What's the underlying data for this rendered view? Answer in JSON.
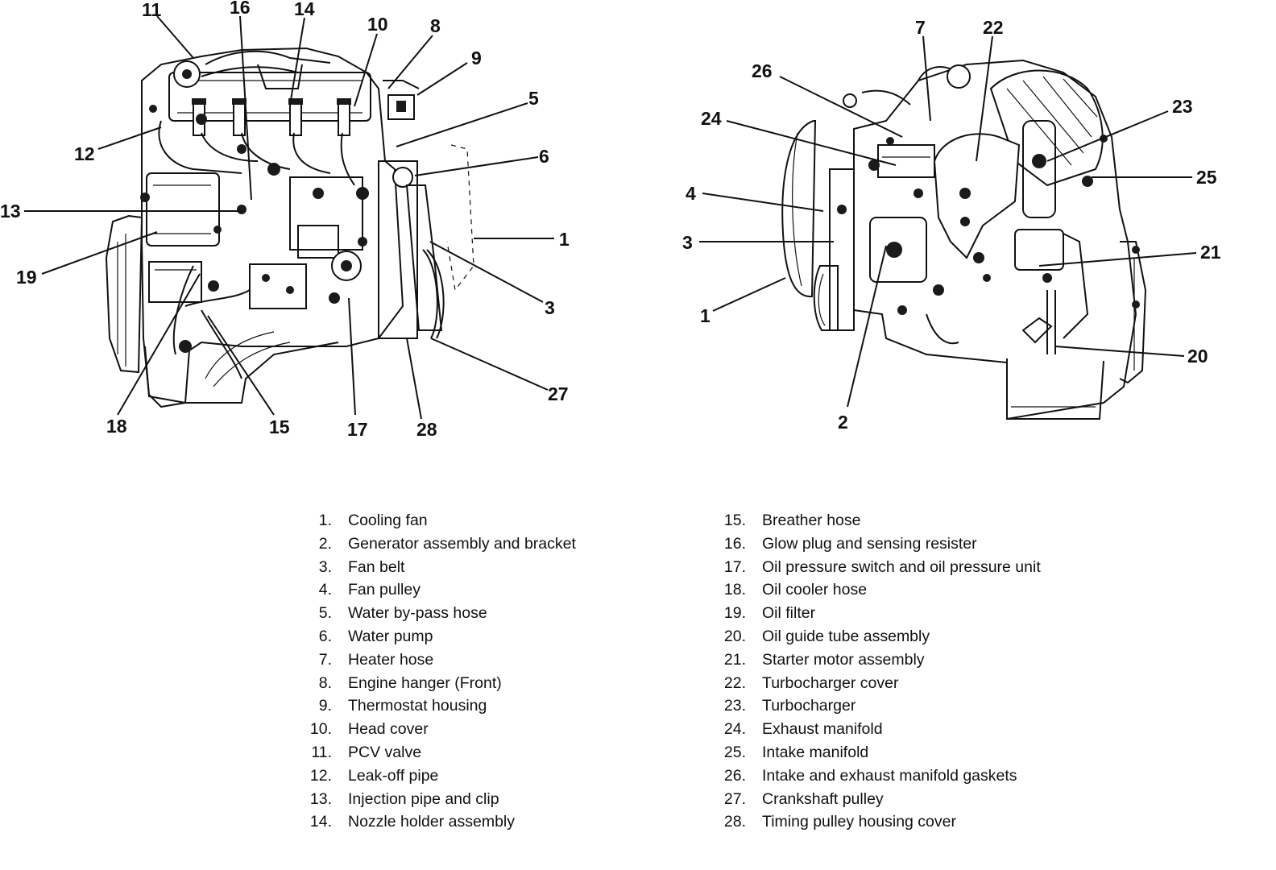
{
  "views": [
    {
      "name": "left-view",
      "callouts": [
        "11",
        "16",
        "14",
        "10",
        "8",
        "9",
        "5",
        "6",
        "12",
        "13",
        "19",
        "1",
        "3",
        "27",
        "18",
        "15",
        "17",
        "28"
      ]
    },
    {
      "name": "right-view",
      "callouts": [
        "7",
        "22",
        "26",
        "24",
        "23",
        "25",
        "4",
        "3",
        "21",
        "1",
        "20",
        "2"
      ]
    }
  ],
  "legend": {
    "left": [
      {
        "num": "1.",
        "label": "Cooling fan"
      },
      {
        "num": "2.",
        "label": "Generator assembly and bracket"
      },
      {
        "num": "3.",
        "label": "Fan belt"
      },
      {
        "num": "4.",
        "label": "Fan pulley"
      },
      {
        "num": "5.",
        "label": "Water by-pass hose"
      },
      {
        "num": "6.",
        "label": "Water pump"
      },
      {
        "num": "7.",
        "label": "Heater hose"
      },
      {
        "num": "8.",
        "label": "Engine hanger (Front)"
      },
      {
        "num": "9.",
        "label": "Thermostat housing"
      },
      {
        "num": "10.",
        "label": "Head cover"
      },
      {
        "num": "11.",
        "label": "PCV valve"
      },
      {
        "num": "12.",
        "label": "Leak-off pipe"
      },
      {
        "num": "13.",
        "label": "Injection pipe and clip"
      },
      {
        "num": "14.",
        "label": "Nozzle holder assembly"
      }
    ],
    "right": [
      {
        "num": "15.",
        "label": "Breather hose"
      },
      {
        "num": "16.",
        "label": "Glow plug and sensing resister"
      },
      {
        "num": "17.",
        "label": "Oil pressure switch and oil pressure unit"
      },
      {
        "num": "18.",
        "label": "Oil cooler hose"
      },
      {
        "num": "19.",
        "label": "Oil filter"
      },
      {
        "num": "20.",
        "label": "Oil guide tube assembly"
      },
      {
        "num": "21.",
        "label": "Starter motor assembly"
      },
      {
        "num": "22.",
        "label": "Turbocharger cover"
      },
      {
        "num": "23.",
        "label": "Turbocharger"
      },
      {
        "num": "24.",
        "label": "Exhaust manifold"
      },
      {
        "num": "25.",
        "label": "Intake manifold"
      },
      {
        "num": "26.",
        "label": "Intake and exhaust manifold gaskets"
      },
      {
        "num": "27.",
        "label": "Crankshaft pulley"
      },
      {
        "num": "28.",
        "label": "Timing pulley housing cover"
      }
    ]
  }
}
